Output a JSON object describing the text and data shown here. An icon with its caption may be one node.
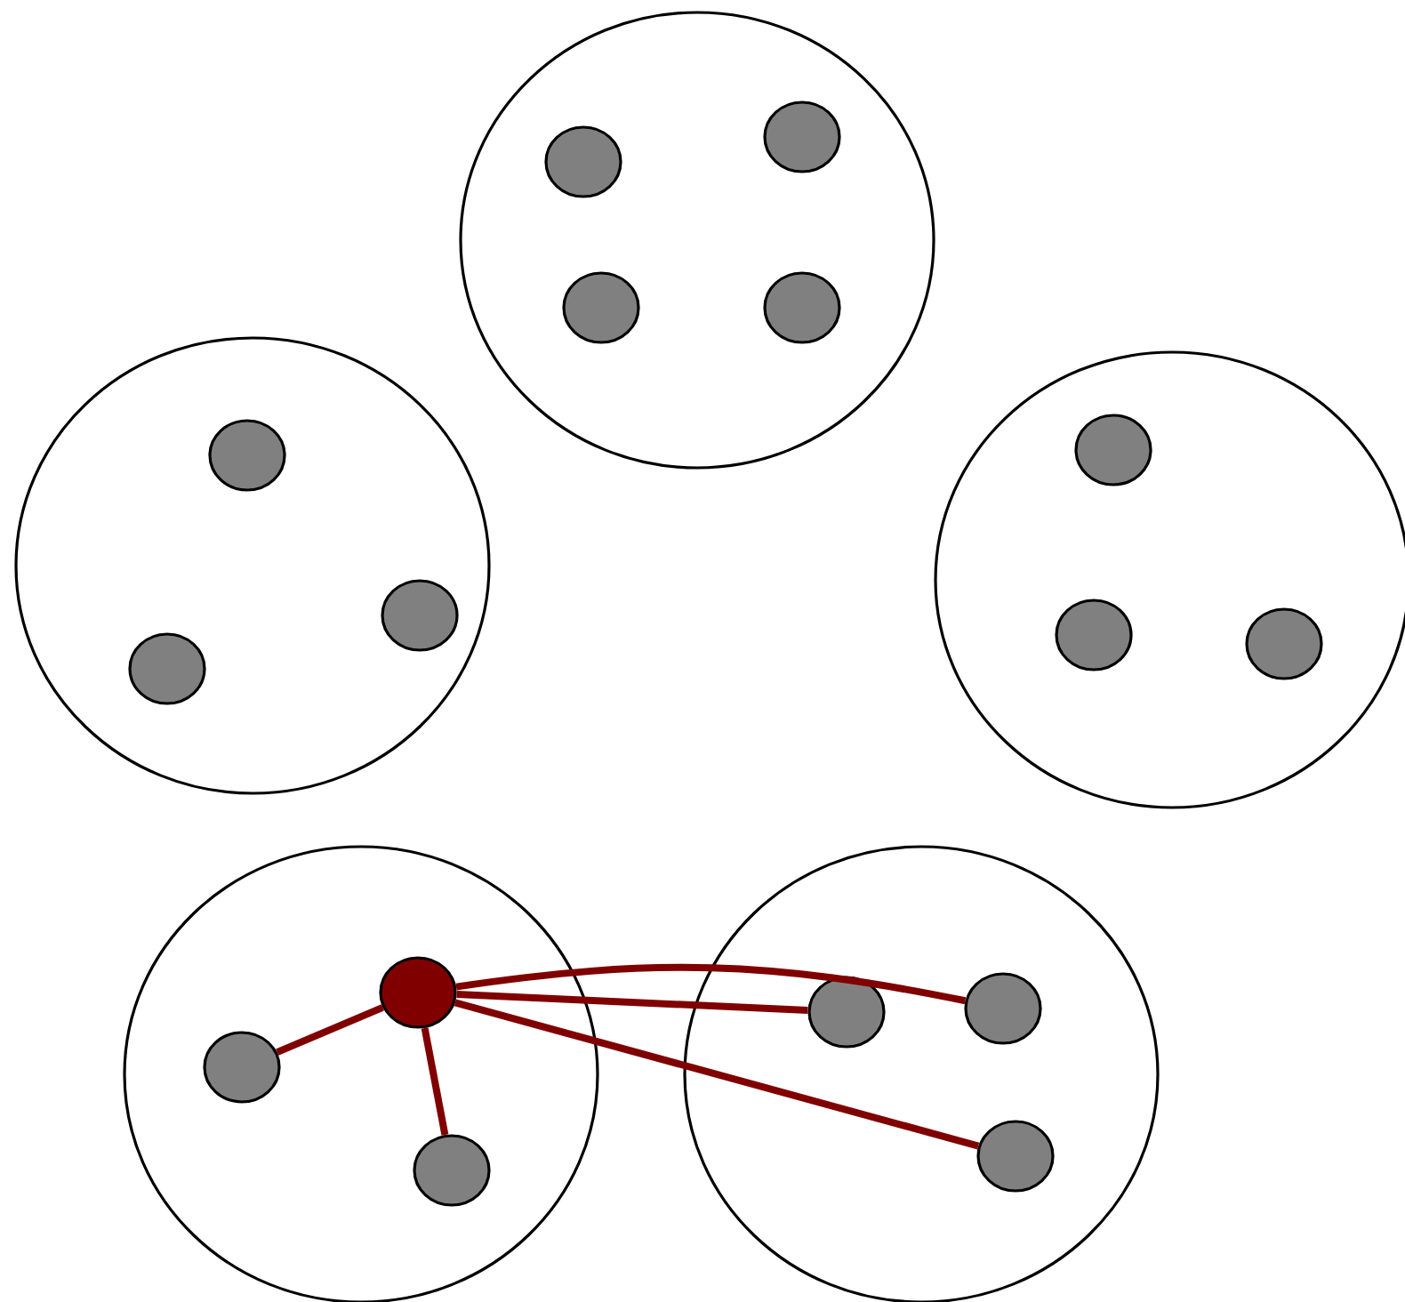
{
  "diagram": {
    "nodes": [
      {
        "text": [],
        "shape": "circle"
      },
      {
        "text": [],
        "shape": "circle",
        "in": 0
      },
      {
        "text": [],
        "shape": "circle",
        "in": 0
      },
      {
        "text": [],
        "shape": "circle",
        "in": 0
      },
      {
        "text": [],
        "shape": "circle",
        "in": 0
      },
      {
        "text": [],
        "shape": "circle"
      },
      {
        "text": [],
        "shape": "circle",
        "in": 5
      },
      {
        "text": [],
        "shape": "circle",
        "in": 5
      },
      {
        "text": [],
        "shape": "circle",
        "in": 5
      },
      {
        "text": [],
        "shape": "circle"
      },
      {
        "text": [],
        "shape": "circle",
        "in": 9
      },
      {
        "text": [],
        "shape": "circle",
        "in": 9
      },
      {
        "text": [],
        "shape": "circle",
        "in": 9
      },
      {
        "text": [],
        "shape": "circle"
      },
      {
        "text": [],
        "shape": "circle",
        "in": 13
      },
      {
        "text": [],
        "shape": "circle",
        "in": 13
      },
      {
        "text": [],
        "shape": "circle",
        "in": 13
      },
      {
        "text": [],
        "shape": "circle"
      },
      {
        "text": [],
        "shape": "circle",
        "in": 17
      },
      {
        "text": [],
        "shape": "circle",
        "in": 17
      },
      {
        "text": [],
        "shape": "circle",
        "in": 17
      }
    ],
    "edges": [
      {
        "from": 14,
        "to": 15,
        "arrow": "none"
      },
      {
        "from": 14,
        "to": 16,
        "arrow": "none"
      },
      {
        "from": 14,
        "to": 18,
        "arrow": "none"
      },
      {
        "from": 14,
        "to": 19,
        "arrow": "none"
      },
      {
        "from": 14,
        "to": 20,
        "arrow": "none"
      }
    ]
  }
}
